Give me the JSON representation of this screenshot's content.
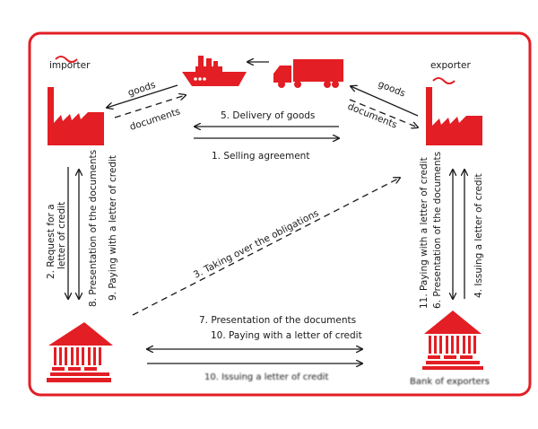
{
  "colors": {
    "accent": "#e31e24",
    "line": "#1a1a1a",
    "background": "#ffffff"
  },
  "parties": {
    "importer": {
      "label": "importer",
      "icon": "factory-icon"
    },
    "exporter": {
      "label": "exporter",
      "icon": "factory-icon"
    },
    "importer_bank": {
      "label": "",
      "icon": "bank-icon"
    },
    "exporter_bank": {
      "label": "Bank of exporters",
      "icon": "bank-icon"
    },
    "ship": {
      "icon": "ship-icon"
    },
    "truck": {
      "icon": "truck-icon"
    }
  },
  "flows": {
    "goods_left": "goods",
    "documents_left": "documents",
    "goods_right": "goods",
    "documents_right": "documents",
    "delivery": "5. Delivery of goods",
    "selling": "1. Selling agreement",
    "request_line1": "2. Request for a",
    "request_line2": "letter of credit",
    "presentation_8": "8. Presentation of the documents",
    "paying_9": "9. Paying with a letter of credit",
    "taking_over": "3. Taking over the obligations",
    "paying_11": "11. Paying with a letter of credit",
    "presentation_6": "6. Presentation of the documents",
    "issuing_4": "4. Issuing a letter of credit",
    "presentation_7": "7. Presentation of the documents",
    "paying_10": "10. Paying with a letter of credit",
    "issuing_bottom": "10. Issuing a letter of credit"
  }
}
